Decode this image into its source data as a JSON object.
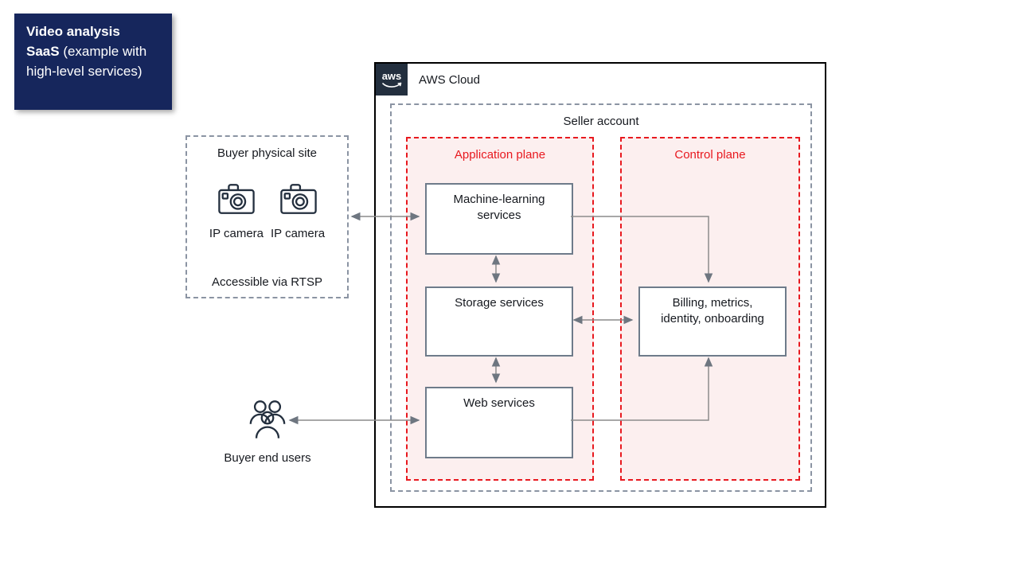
{
  "title_box": {
    "bold_text": "Video analysis SaaS",
    "normal_text": " (example with high-level services)"
  },
  "aws_cloud": {
    "logo_text": "aws",
    "label": "AWS Cloud"
  },
  "seller_account": {
    "label": "Seller account"
  },
  "application_plane": {
    "label": "Application plane",
    "services": {
      "ml": "Machine-learning services",
      "storage": "Storage services",
      "web": "Web services"
    }
  },
  "control_plane": {
    "label": "Control plane",
    "services": {
      "billing": "Billing, metrics, identity, onboarding"
    }
  },
  "buyer_site": {
    "label": "Buyer physical site",
    "camera_labels": [
      "IP camera",
      "IP camera"
    ],
    "footer": "Accessible via RTSP"
  },
  "buyer_end_users": {
    "label": "Buyer end users"
  },
  "icons": {
    "aws_logo": "aws-logo-icon",
    "camera": "camera-icon",
    "users": "users-icon"
  },
  "colors": {
    "navy_title_bg": "#16265C",
    "aws_dark": "#232F3E",
    "plane_border_red": "#E8191F",
    "plane_bg_pink": "#FCEFEF",
    "dashed_gray": "#8B94A3",
    "service_box_border": "#6E7B8A",
    "arrow_gray": "#8C8C8C",
    "text": "#16191F"
  }
}
